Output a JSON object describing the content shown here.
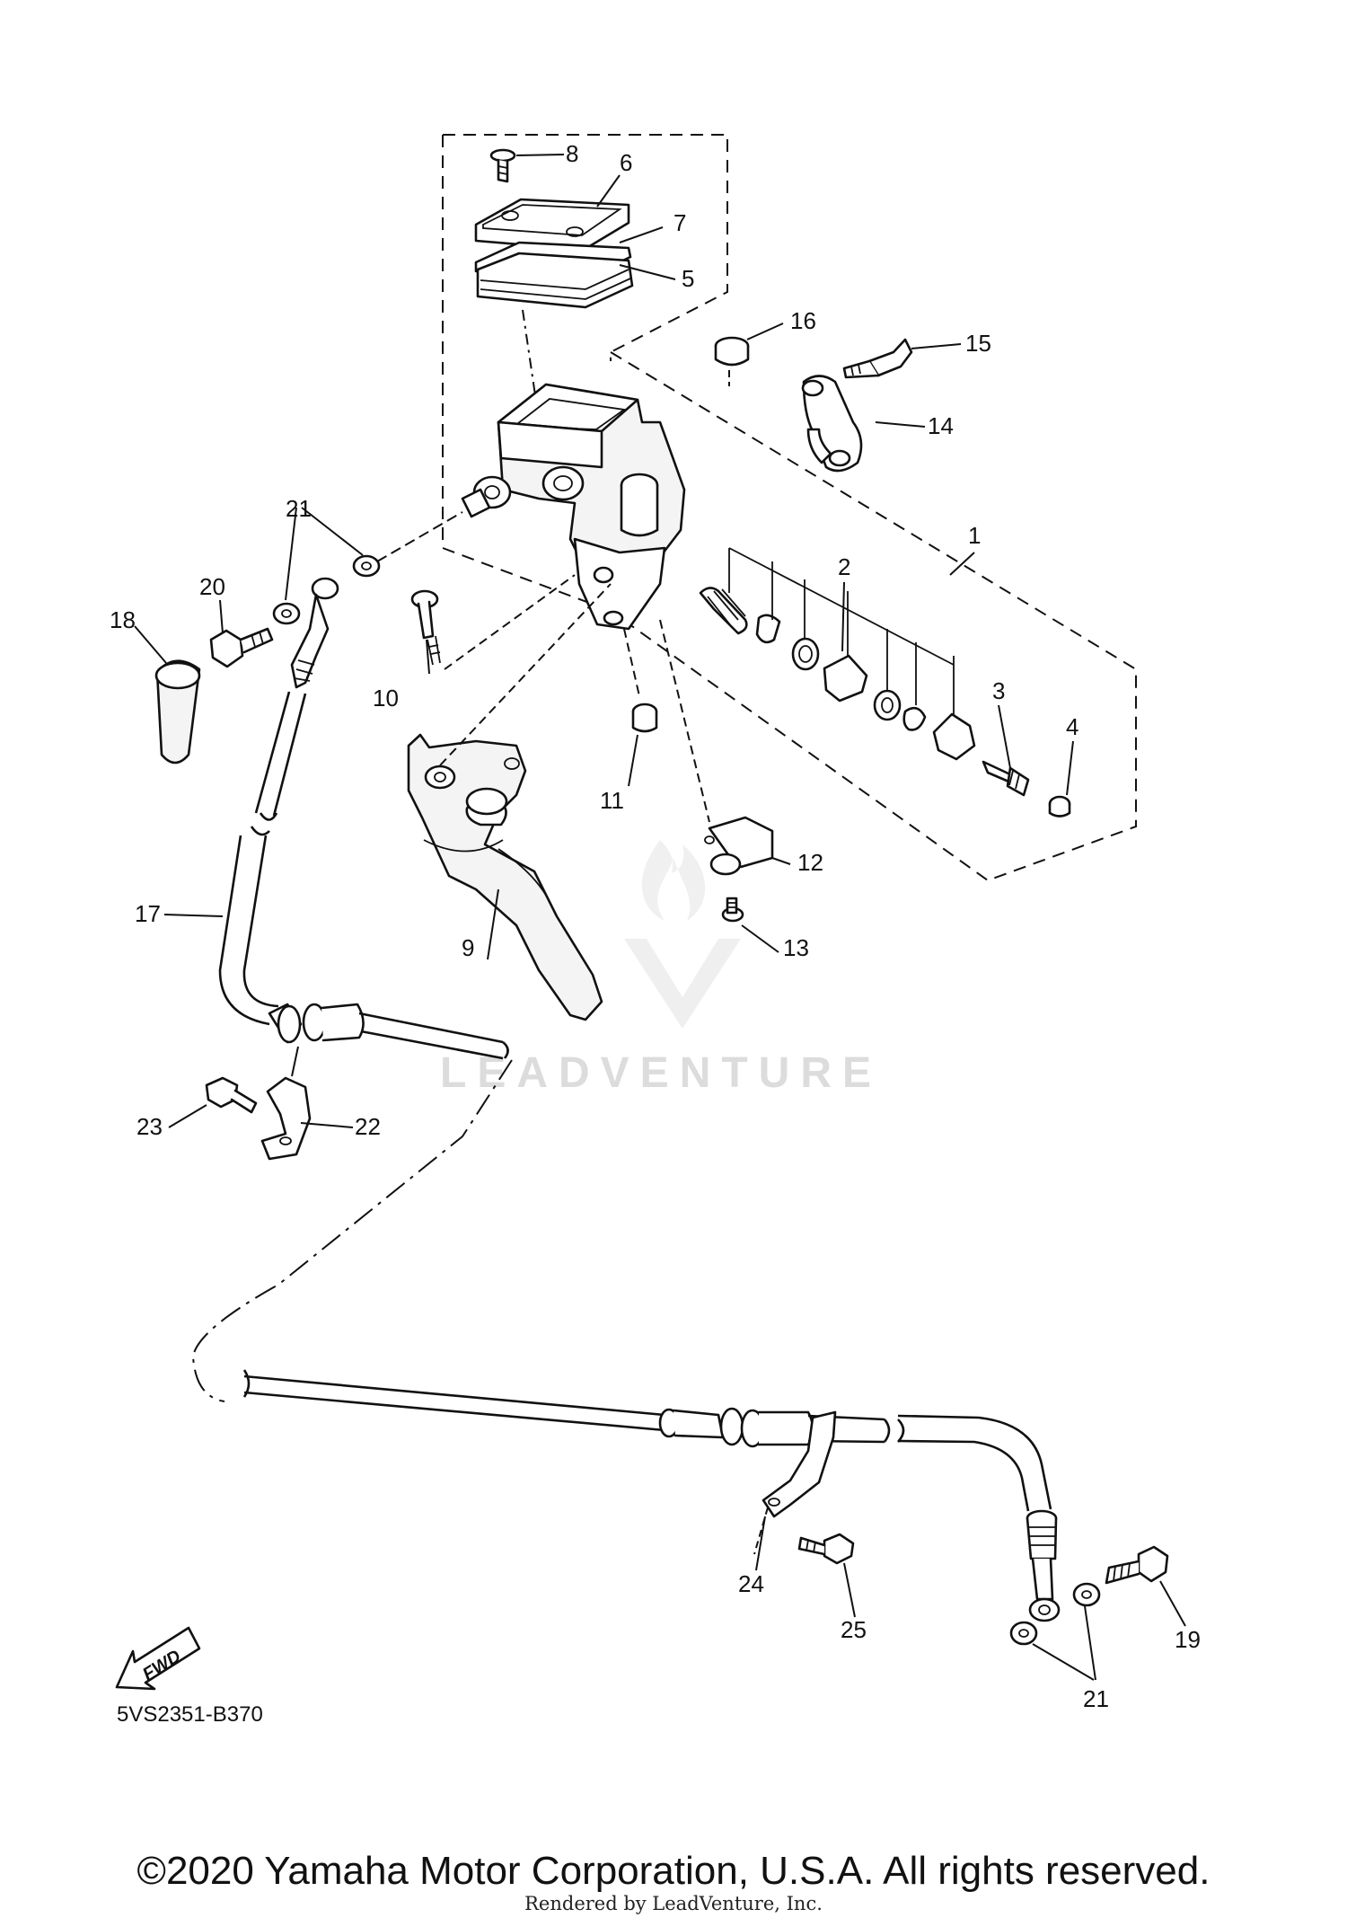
{
  "diagram": {
    "callouts": {
      "c1": "1",
      "c2": "2",
      "c3": "3",
      "c4": "4",
      "c5": "5",
      "c6": "6",
      "c7": "7",
      "c8": "8",
      "c9": "9",
      "c10": "10",
      "c11": "11",
      "c12": "12",
      "c13": "13",
      "c14": "14",
      "c15": "15",
      "c16": "16",
      "c17": "17",
      "c18": "18",
      "c19": "19",
      "c20": "20",
      "c21a": "21",
      "c21b": "21",
      "c22": "22",
      "c23": "23",
      "c24": "24",
      "c25": "25"
    },
    "fwd_label": "FWD",
    "code": "5VS2351-B370",
    "watermark": "LEADVENTURE"
  },
  "footer": {
    "copyright": "©2020 Yamaha Motor Corporation, U.S.A. All rights reserved.",
    "rendered_by": "Rendered by LeadVenture, Inc."
  }
}
